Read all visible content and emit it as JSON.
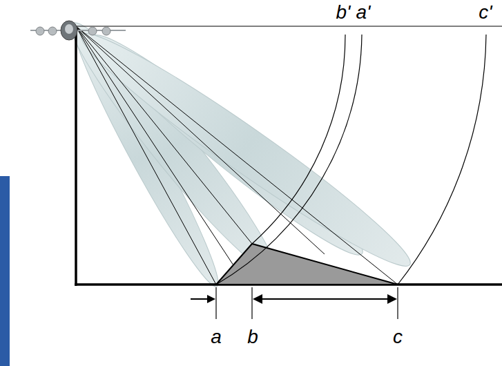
{
  "diagram": {
    "labels": [
      "b'",
      "a'",
      "c'",
      "a",
      "b",
      "c"
    ]
  }
}
